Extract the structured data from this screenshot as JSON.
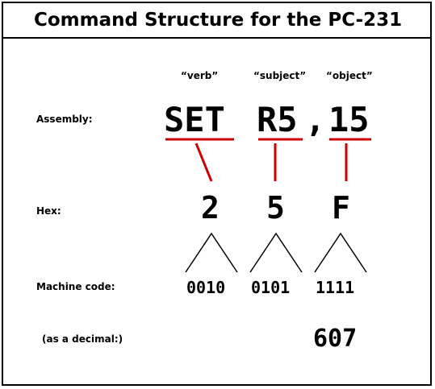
{
  "title": "Command Structure for the PC-231",
  "columns": {
    "verb": "“verb”",
    "subject": "“subject”",
    "object": "“object”"
  },
  "rows": {
    "assembly_label": "Assembly:",
    "hex_label": "Hex:",
    "machine_label": "Machine code:",
    "decimal_label": "(as a decimal:)"
  },
  "assembly": {
    "verb": "SET",
    "subject": "R5",
    "comma": ",",
    "object": "15"
  },
  "hex": {
    "verb": "2",
    "subject": "5",
    "object": "F"
  },
  "machine_code": {
    "verb": "0010",
    "subject": "0101",
    "object": "1111"
  },
  "decimal_value": "607",
  "colors": {
    "accent": "#cc0000",
    "text": "#000000"
  }
}
